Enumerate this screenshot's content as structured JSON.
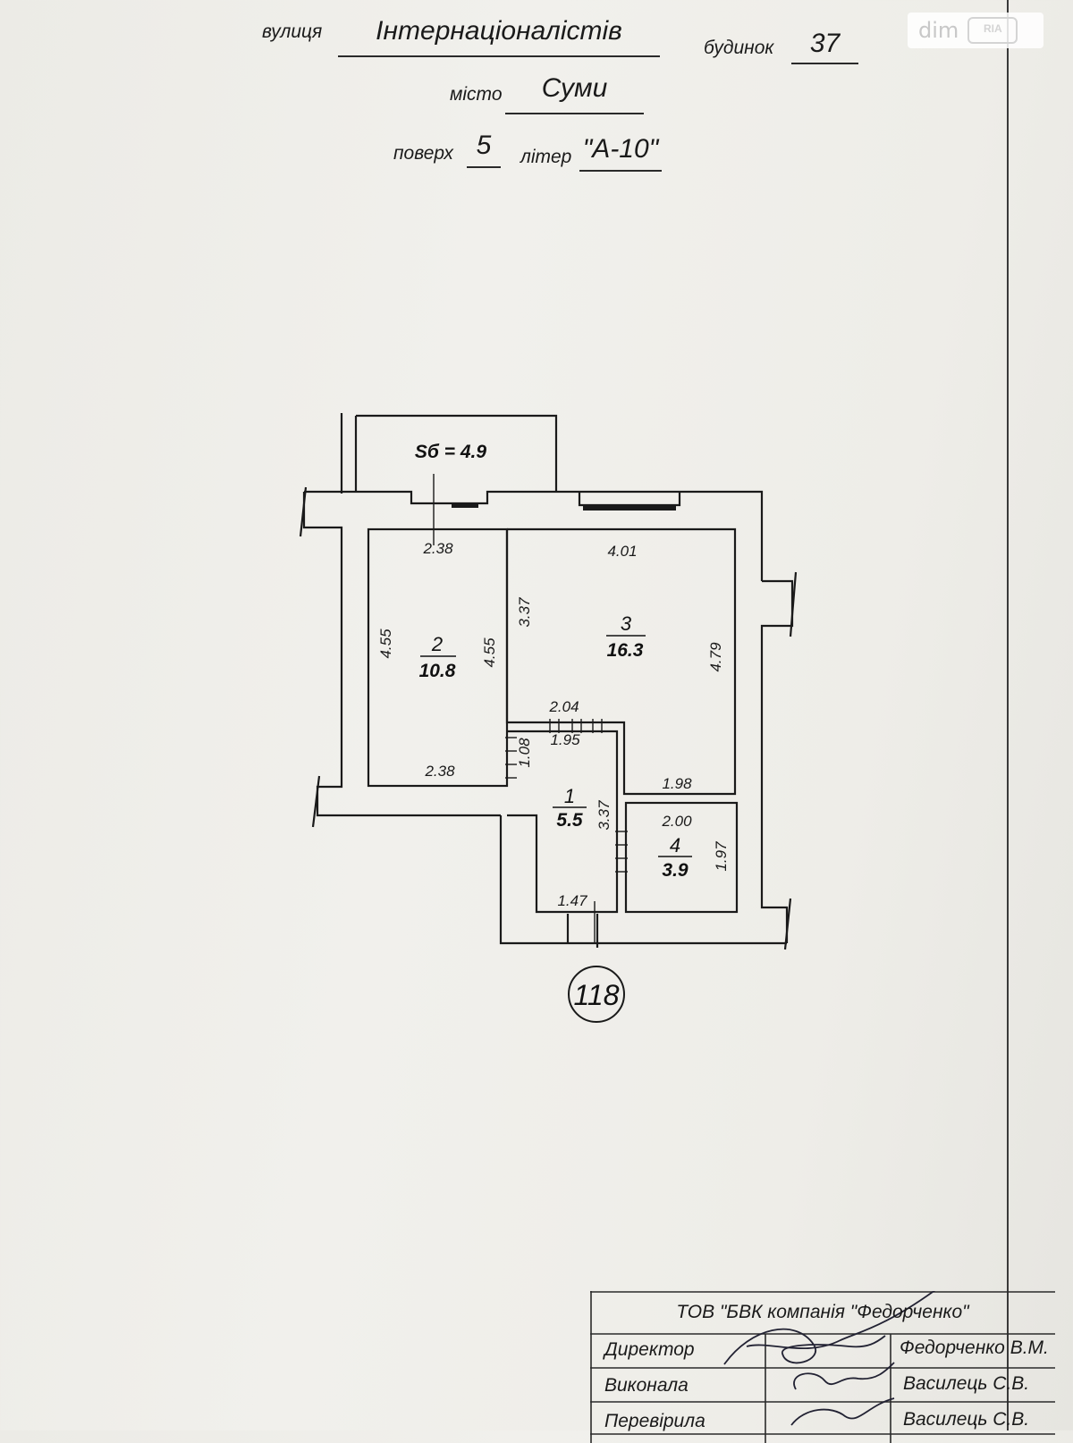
{
  "header": {
    "street_label": "вулиця",
    "street_value": "Інтернаціоналістів",
    "house_label": "будинок",
    "house_value": "37",
    "city_label": "місто",
    "city_value": "Суми",
    "floor_label": "поверх",
    "floor_value": "5",
    "letter_label": "літер",
    "letter_value": "\"А-10\""
  },
  "watermark": {
    "text": "dim",
    "logo": "RIA"
  },
  "plan": {
    "balcony_area": "Sб = 4.9",
    "rooms": [
      {
        "number": "1",
        "area": "5.5"
      },
      {
        "number": "2",
        "area": "10.8"
      },
      {
        "number": "3",
        "area": "16.3"
      },
      {
        "number": "4",
        "area": "3.9"
      }
    ],
    "dimensions": {
      "r2_top": "2.38",
      "r2_bottom": "2.38",
      "r2_left": "4.55",
      "r2_right": "4.55",
      "r3_top": "4.01",
      "r3_left": "3.37",
      "r3_right": "4.79",
      "r3_bottom": "1.98",
      "r3_mid": "2.04",
      "r1_top": "1.95",
      "r1_left": "1.08",
      "r1_right": "3.37",
      "r1_bottom": "1.47",
      "r4_top": "2.00",
      "r4_right": "1.97"
    },
    "apartment_number": "118"
  },
  "stamp": {
    "company": "ТОВ \"БВК компанія \"Федорченко\"",
    "rows": [
      {
        "role": "Директор",
        "name": "Федорченко В.М."
      },
      {
        "role": "Виконала",
        "name": "Василець С.В."
      },
      {
        "role": "Перевірила",
        "name": "Василець С.В."
      }
    ]
  }
}
